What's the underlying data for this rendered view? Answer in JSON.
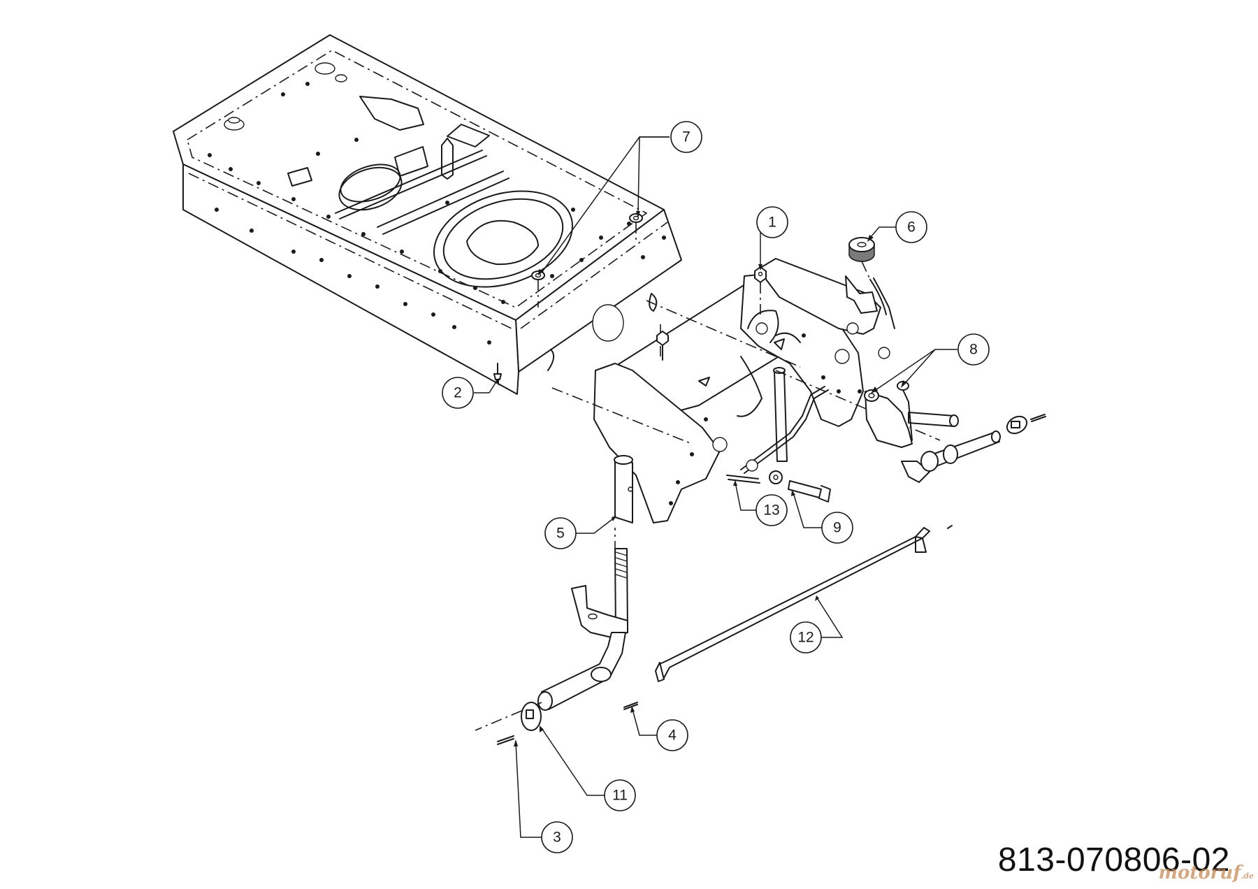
{
  "diagram": {
    "part_number": "813-070806-02",
    "watermark": {
      "brand": "motoruf",
      "suffix": ".de"
    },
    "callouts": [
      {
        "id": "1",
        "label": "1"
      },
      {
        "id": "2",
        "label": "2"
      },
      {
        "id": "3",
        "label": "3"
      },
      {
        "id": "4",
        "label": "4"
      },
      {
        "id": "5",
        "label": "5"
      },
      {
        "id": "6",
        "label": "6"
      },
      {
        "id": "7",
        "label": "7"
      },
      {
        "id": "8",
        "label": "8"
      },
      {
        "id": "9",
        "label": "9"
      },
      {
        "id": "11",
        "label": "11"
      },
      {
        "id": "12",
        "label": "12"
      },
      {
        "id": "13",
        "label": "13"
      }
    ]
  }
}
